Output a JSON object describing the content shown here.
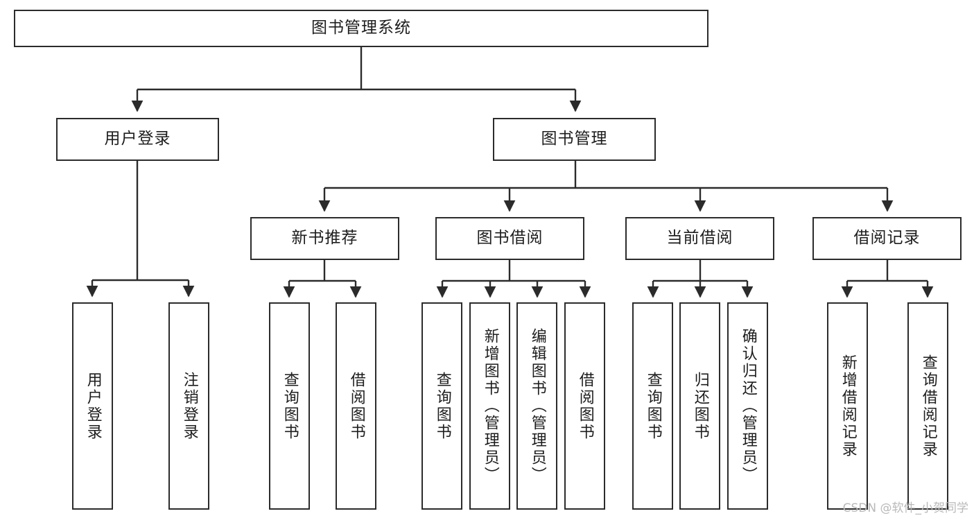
{
  "diagram": {
    "type": "tree-hierarchy",
    "title": "图书管理系统",
    "orientation": "top-down",
    "colors": {
      "box_border": "#2b2b2b",
      "box_fill": "#ffffff",
      "edge": "#2b2b2b",
      "text": "#1d1d1d",
      "watermark": "#b9b9b9",
      "background": "#ffffff"
    },
    "root": {
      "label": "图书管理系统"
    },
    "level2": [
      {
        "label": "用户登录"
      },
      {
        "label": "图书管理"
      }
    ],
    "level3": [
      {
        "label": "新书推荐"
      },
      {
        "label": "图书借阅"
      },
      {
        "label": "当前借阅"
      },
      {
        "label": "借阅记录"
      }
    ],
    "leaves": {
      "user_login": [
        {
          "label": "用户登录"
        },
        {
          "label": "注销登录"
        }
      ],
      "new_book_recommend": [
        {
          "label": "查询图书"
        },
        {
          "label": "借阅图书"
        }
      ],
      "book_borrow": [
        {
          "label": "查询图书"
        },
        {
          "label": "新增图书（管理员）"
        },
        {
          "label": "编辑图书（管理员）"
        },
        {
          "label": "借阅图书"
        }
      ],
      "current_borrow": [
        {
          "label": "查询图书"
        },
        {
          "label": "归还图书"
        },
        {
          "label": "确认归还（管理员）"
        }
      ],
      "borrow_record": [
        {
          "label": "新增借阅记录"
        },
        {
          "label": "查询借阅记录"
        }
      ]
    }
  },
  "watermark": {
    "text": "CSDN @软件_小贺同学"
  }
}
